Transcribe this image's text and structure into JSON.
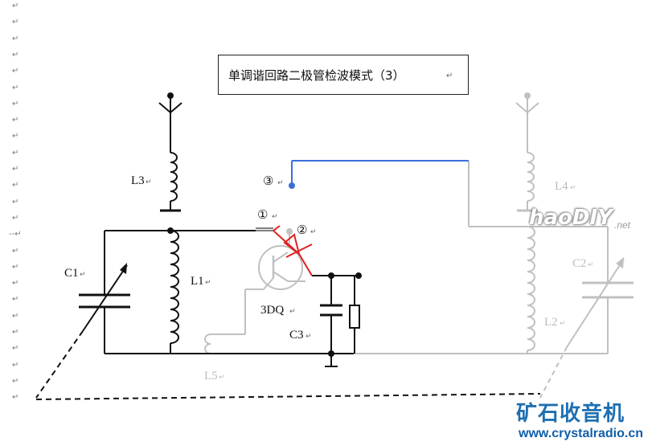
{
  "title": "单调谐回路二极管检波模式（3）",
  "return_mark": "↵",
  "line_marks": [
    "↵",
    "↵",
    "↵",
    "↵",
    "↵",
    "↵",
    "↵",
    "↵",
    "↵",
    "↵",
    "↵",
    "↵",
    "↵",
    "↵",
    "--↵",
    "↵",
    "↵",
    "↵",
    "↵",
    "↵",
    "↵",
    "↵",
    "↵",
    "↵",
    "↵"
  ],
  "labels": {
    "L3": "L3",
    "L1": "L1",
    "C1": "C1",
    "C3": "C3",
    "L5": "L5",
    "transistor": "3DQ",
    "L4": "L4",
    "C2": "C2",
    "L2": "L2",
    "point1": "①",
    "point2": "②",
    "point3": "③"
  },
  "watermarks": {
    "top": "haoDIY",
    "top_suffix": ".net",
    "brand": "矿石收音机",
    "url": "www.crystalradio.cn"
  },
  "colors": {
    "wire": "#111111",
    "faded": "#c0c0c0",
    "diode": "#e02020",
    "link": "#3a6fd8",
    "brand": "#1e6fb2"
  }
}
